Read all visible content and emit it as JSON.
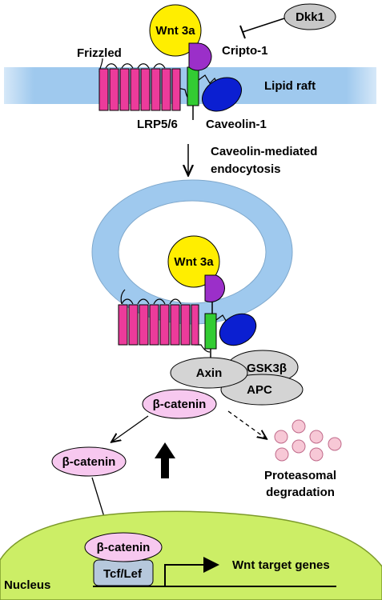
{
  "membrane": {
    "frizzled": "Frizzled",
    "lipid_raft": "Lipid raft",
    "lrp": "LRP5/6",
    "caveolin": "Caveolin-1",
    "wnt": "Wnt 3a",
    "cripto": "Cripto-1",
    "dkk1": "Dkk1"
  },
  "endocytosis_label_line1": "Caveolin-mediated",
  "endocytosis_label_line2": "endocytosis",
  "vesicle": {
    "wnt": "Wnt 3a",
    "axin": "Axin",
    "gsk": "GSK3β",
    "apc": "APC",
    "beta_catenin": "β-catenin"
  },
  "cytoplasm": {
    "beta_catenin": "β-catenin",
    "proteasomal_line1": "Proteasomal",
    "proteasomal_line2": "degradation"
  },
  "nucleus": {
    "label": "Nucleus",
    "beta_catenin": "β-catenin",
    "tcf": "Tcf/Lef",
    "target_genes": "Wnt target genes"
  },
  "colors": {
    "frizzled": "#ec3b9b",
    "lrp": "#33cc33",
    "caveolin": "#0b1fd1",
    "cripto": "#9b2fc9",
    "wnt": "#ffee00",
    "membrane": "#9fc9ee",
    "catenin": "#f7c8ef",
    "complex": "#d4d4d4",
    "nucleus": "#ccee66",
    "proteasome": "#f7c8d6"
  }
}
